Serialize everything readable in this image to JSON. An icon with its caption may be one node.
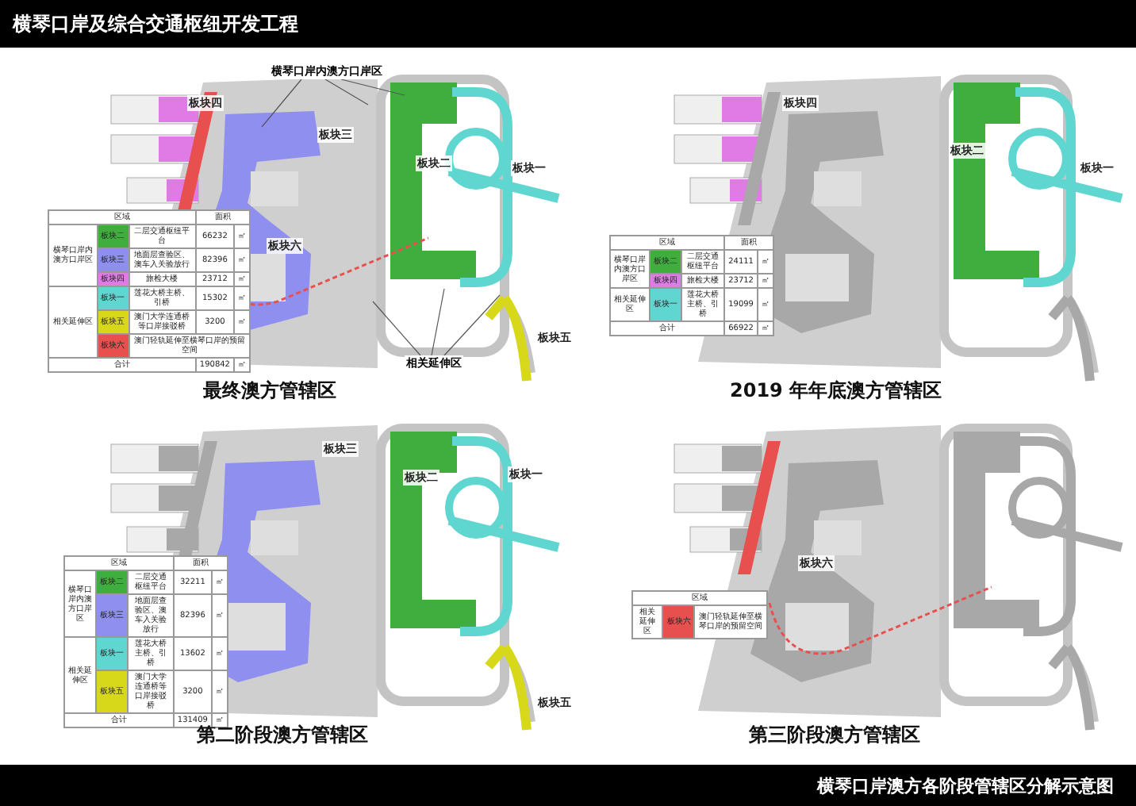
{
  "diagram": {
    "title": "横琴口岸及综合交通枢纽开发工程",
    "caption": "横琴口岸澳方各阶段管辖区分解示意图",
    "nodes": [
      {
        "text": [
          "横琴口岸内澳方口岸区"
        ]
      },
      {
        "text": [
          "相关延伸区"
        ]
      }
    ],
    "edges": [
      {
        "from": 0,
        "to": null,
        "arrow": "none"
      },
      {
        "from": 0,
        "to": null,
        "arrow": "none"
      },
      {
        "from": 0,
        "to": null,
        "arrow": "none"
      },
      {
        "from": 1,
        "to": null,
        "arrow": "none"
      },
      {
        "from": 1,
        "to": null,
        "arrow": "none"
      },
      {
        "from": 1,
        "to": null,
        "arrow": "none"
      }
    ],
    "labels": [
      "板块四",
      "板块三",
      "板块二",
      "板块一",
      "板块六",
      "板块五",
      "区域",
      "面积",
      "横琴口岸内澳方口岸区",
      "板块二",
      "二层交通枢纽平台",
      "66232",
      "㎡",
      "板块三",
      "地面层查验区、澳车入关验放行",
      "82396",
      "㎡",
      "板块四",
      "旅检大楼",
      "23712",
      "㎡",
      "相关延伸区",
      "板块一",
      "莲花大桥主桥、引桥",
      "15302",
      "㎡",
      "板块五",
      "澳门大学连通桥等口岸接驳桥",
      "3200",
      "㎡",
      "板块六",
      "澳门轻轨延伸至横琴口岸的预留空间",
      "合计",
      "190842",
      "㎡",
      "最终澳方管辖区",
      "板块四",
      "板块二",
      "板块一",
      "区域",
      "面积",
      "横琴口岸内澳方口岸区",
      "板块二",
      "二层交通枢纽平台",
      "24111",
      "㎡",
      "板块四",
      "旅检大楼",
      "23712",
      "㎡",
      "相关延伸区",
      "板块一",
      "莲花大桥主桥、引桥",
      "19099",
      "㎡",
      "合计",
      "66922",
      "㎡",
      "2019 年年底澳方管辖区",
      "板块三",
      "板块二",
      "板块一",
      "板块五",
      "区域",
      "面积",
      "横琴口岸内澳方口岸区",
      "板块二",
      "二层交通枢纽平台",
      "32211",
      "㎡",
      "板块三",
      "地面层查验区、澳车入关验放行",
      "82396",
      "㎡",
      "相关延伸区",
      "板块一",
      "莲花大桥主桥、引桥",
      "13602",
      "㎡",
      "板块五",
      "澳门大学连通桥等口岸接驳桥",
      "3200",
      "㎡",
      "合计",
      "131409",
      "㎡",
      "第二阶段澳方管辖区",
      "板块六",
      "区域",
      "相关延伸区",
      "板块六",
      "澳门轻轨延伸至横琴口岸的预留空间",
      "第三阶段澳方管辖区"
    ]
  }
}
